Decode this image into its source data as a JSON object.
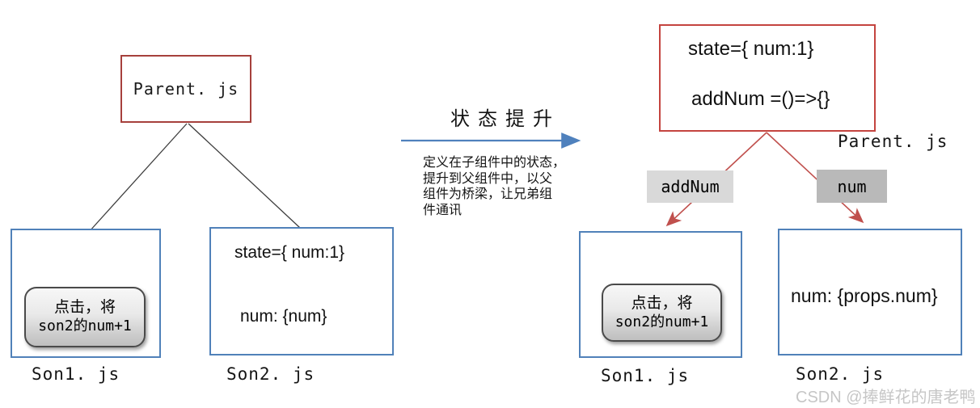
{
  "left_diagram": {
    "parent_label": "Parent. js",
    "son1": {
      "button_line1": "点击，将",
      "button_line2": "son2的num+1",
      "label": "Son1. js"
    },
    "son2": {
      "code_line1": "state={ num:1}",
      "code_line2": "num: {num}",
      "label": "Son2. js"
    }
  },
  "transition": {
    "title": "状态提升",
    "description": "定义在子组件中的状态，\n提升到父组件中，以父\n组件为桥梁，让兄弟组\n件通讯"
  },
  "right_diagram": {
    "parent": {
      "code_line1": "state={ num:1}",
      "code_line2": "addNum =()=>{}",
      "label": "Parent. js"
    },
    "edge_label_addnum": "addNum",
    "edge_label_num": "num",
    "son1": {
      "button_line1": "点击，将",
      "button_line2": "son2的num+1",
      "label": "Son1. js"
    },
    "son2": {
      "code_line": "num: {props.num}",
      "label": "Son2. js"
    }
  },
  "watermark": "CSDN @捧鲜花的唐老鸭",
  "colors": {
    "parent_border_left": "#a6403c",
    "parent_border_right": "#c4443f",
    "son_border": "#5081b9",
    "tree_line_black": "#3d3d3d",
    "arrow_blue": "#4f81bd",
    "arrow_red": "#c0504d",
    "edge_label_light_bg": "#d9d9d9",
    "edge_label_dark_bg": "#b9b9b9",
    "button_border": "#4a4a4a",
    "watermark_gray": "#c6c6c6"
  }
}
